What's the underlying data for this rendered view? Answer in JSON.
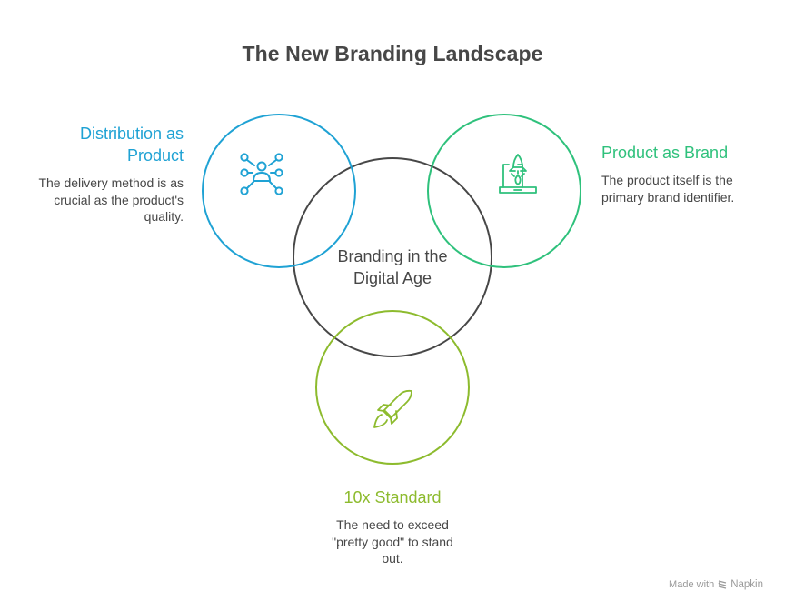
{
  "title": "The New Branding Landscape",
  "center": {
    "label": "Branding in the Digital Age",
    "color": "#474747"
  },
  "nodes": [
    {
      "id": "distribution",
      "heading": "Distribution as Product",
      "heading_lines": [
        "Distribution as",
        "Product"
      ],
      "description": "The delivery method is as crucial as the product's quality.",
      "icon": "network-user-icon",
      "color": "#1FA2D4"
    },
    {
      "id": "product-brand",
      "heading": "Product as Brand",
      "description": "The product itself is the primary brand identifier.",
      "icon": "laptop-rocket-icon",
      "color": "#2FC17C"
    },
    {
      "id": "ten-x",
      "heading": "10x Standard",
      "description": "The need to exceed \"pretty good\" to stand out.",
      "icon": "rocket-icon",
      "color": "#8DBB2E"
    }
  ],
  "footer": {
    "prefix": "Made with",
    "brand": "Napkin",
    "icon": "napkin-logo-icon"
  }
}
